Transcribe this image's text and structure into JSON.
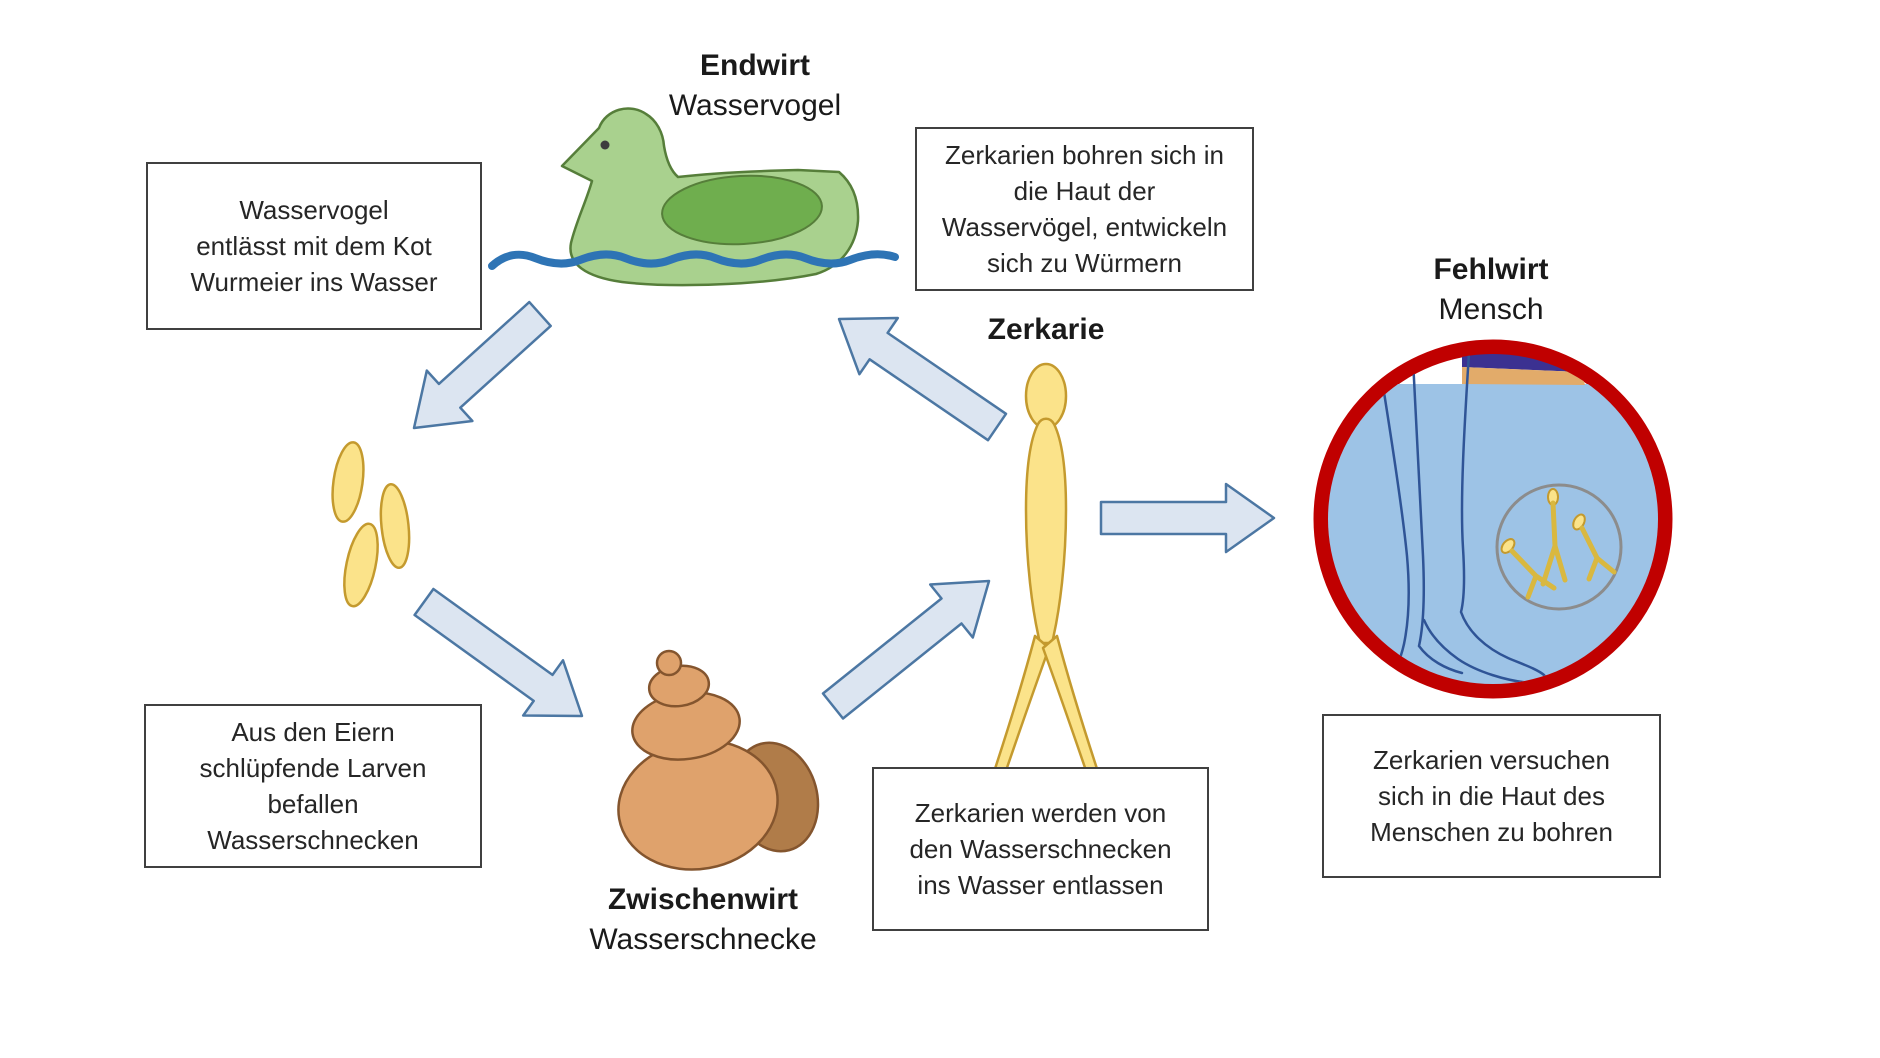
{
  "labels": {
    "endwirt": {
      "role": "Endwirt",
      "species": "Wasservogel"
    },
    "zerkarie": {
      "role": "Zerkarie"
    },
    "zwischenwirt": {
      "role": "Zwischenwirt",
      "species": "Wasserschnecke"
    },
    "fehlwirt": {
      "role": "Fehlwirt",
      "species": "Mensch"
    }
  },
  "boxes": {
    "release_eggs": {
      "lines": [
        "Wasservogel",
        "entlässt mit dem Kot",
        "Wurmeier ins Wasser"
      ]
    },
    "penetrate_birds": {
      "lines": [
        "Zerkarien bohren sich in",
        "die Haut der",
        "Wasservögel, entwickeln",
        "sich zu Würmern"
      ]
    },
    "larvae_infect": {
      "lines": [
        "Aus den Eiern",
        "schlüpfende Larven",
        "befallen",
        "Wasserschnecken"
      ]
    },
    "released_by_snails": {
      "lines": [
        "Zerkarien werden von",
        "den Wasserschnecken",
        "ins Wasser entlassen"
      ]
    },
    "penetrate_human": {
      "lines": [
        "Zerkarien versuchen",
        "sich in die Haut des",
        "Menschen zu bohren"
      ]
    }
  },
  "colors": {
    "duck_body": "#A9D18E",
    "duck_wing": "#6FAE4E",
    "duck_outline": "#567E3A",
    "water_wave": "#2E74B5",
    "arrow_fill": "#DCE5F1",
    "arrow_stroke": "#4C77A3",
    "egg_fill": "#FBE38A",
    "egg_stroke": "#C49A2E",
    "snail_light": "#DFA26C",
    "snail_dark": "#B07C49",
    "snail_outline": "#84552E",
    "ring_red": "#C00000",
    "pool_water": "#9DC3E6",
    "leg_line": "#2F5496",
    "shorts_purple": "#3B3191",
    "skin_tan": "#E2AB6A",
    "magnifier_gray": "#8C8C8C",
    "box_border": "#404040",
    "text": "#262626"
  }
}
